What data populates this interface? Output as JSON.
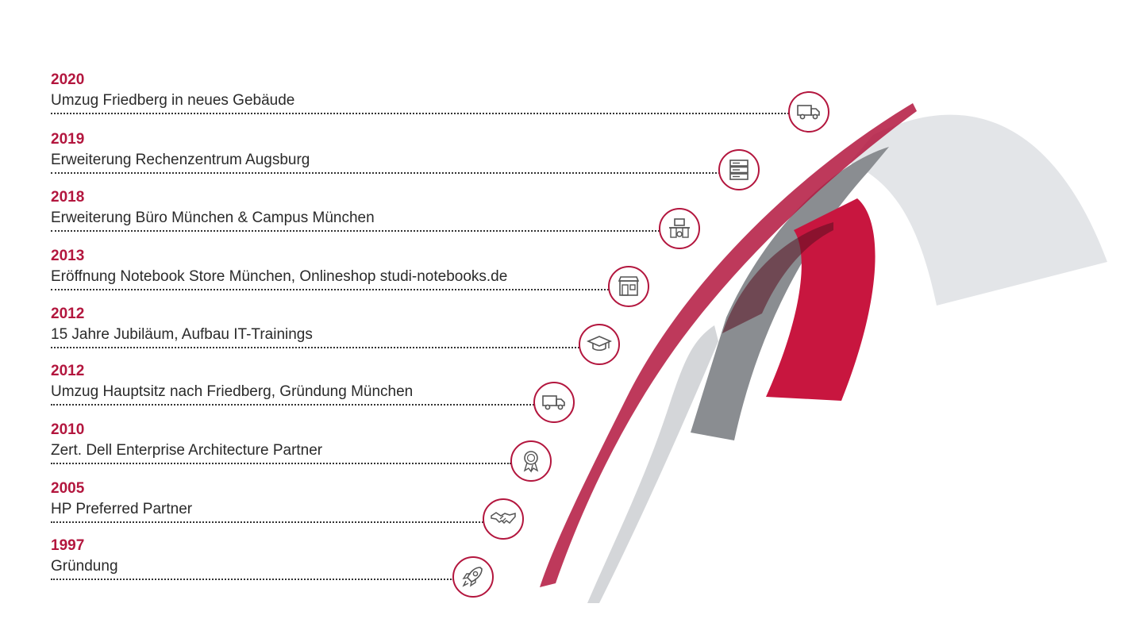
{
  "accent_color": "#b3163e",
  "timeline": [
    {
      "year": "2020",
      "text": "Umzug Friedberg in neues Gebäude",
      "icon": "truck-icon"
    },
    {
      "year": "2019",
      "text": "Erweiterung Rechenzentrum Augsburg",
      "icon": "server-rack-icon"
    },
    {
      "year": "2018",
      "text": "Erweiterung Büro München & Campus München",
      "icon": "office-desk-icon"
    },
    {
      "year": "2013",
      "text": "Eröffnung Notebook Store München, Onlineshop studi-notebooks.de",
      "icon": "storefront-icon"
    },
    {
      "year": "2012",
      "text": "15 Jahre Jubiläum, Aufbau IT-Trainings",
      "icon": "graduation-cap-icon"
    },
    {
      "year": "2012",
      "text": "Umzug Hauptsitz nach Friedberg, Gründung München",
      "icon": "truck-icon"
    },
    {
      "year": "2010",
      "text": "Zert. Dell Enterprise Architecture Partner",
      "icon": "award-medal-icon"
    },
    {
      "year": "2005",
      "text": "HP Preferred Partner",
      "icon": "handshake-icon"
    },
    {
      "year": "1997",
      "text": "Gründung",
      "icon": "rocket-icon"
    }
  ]
}
